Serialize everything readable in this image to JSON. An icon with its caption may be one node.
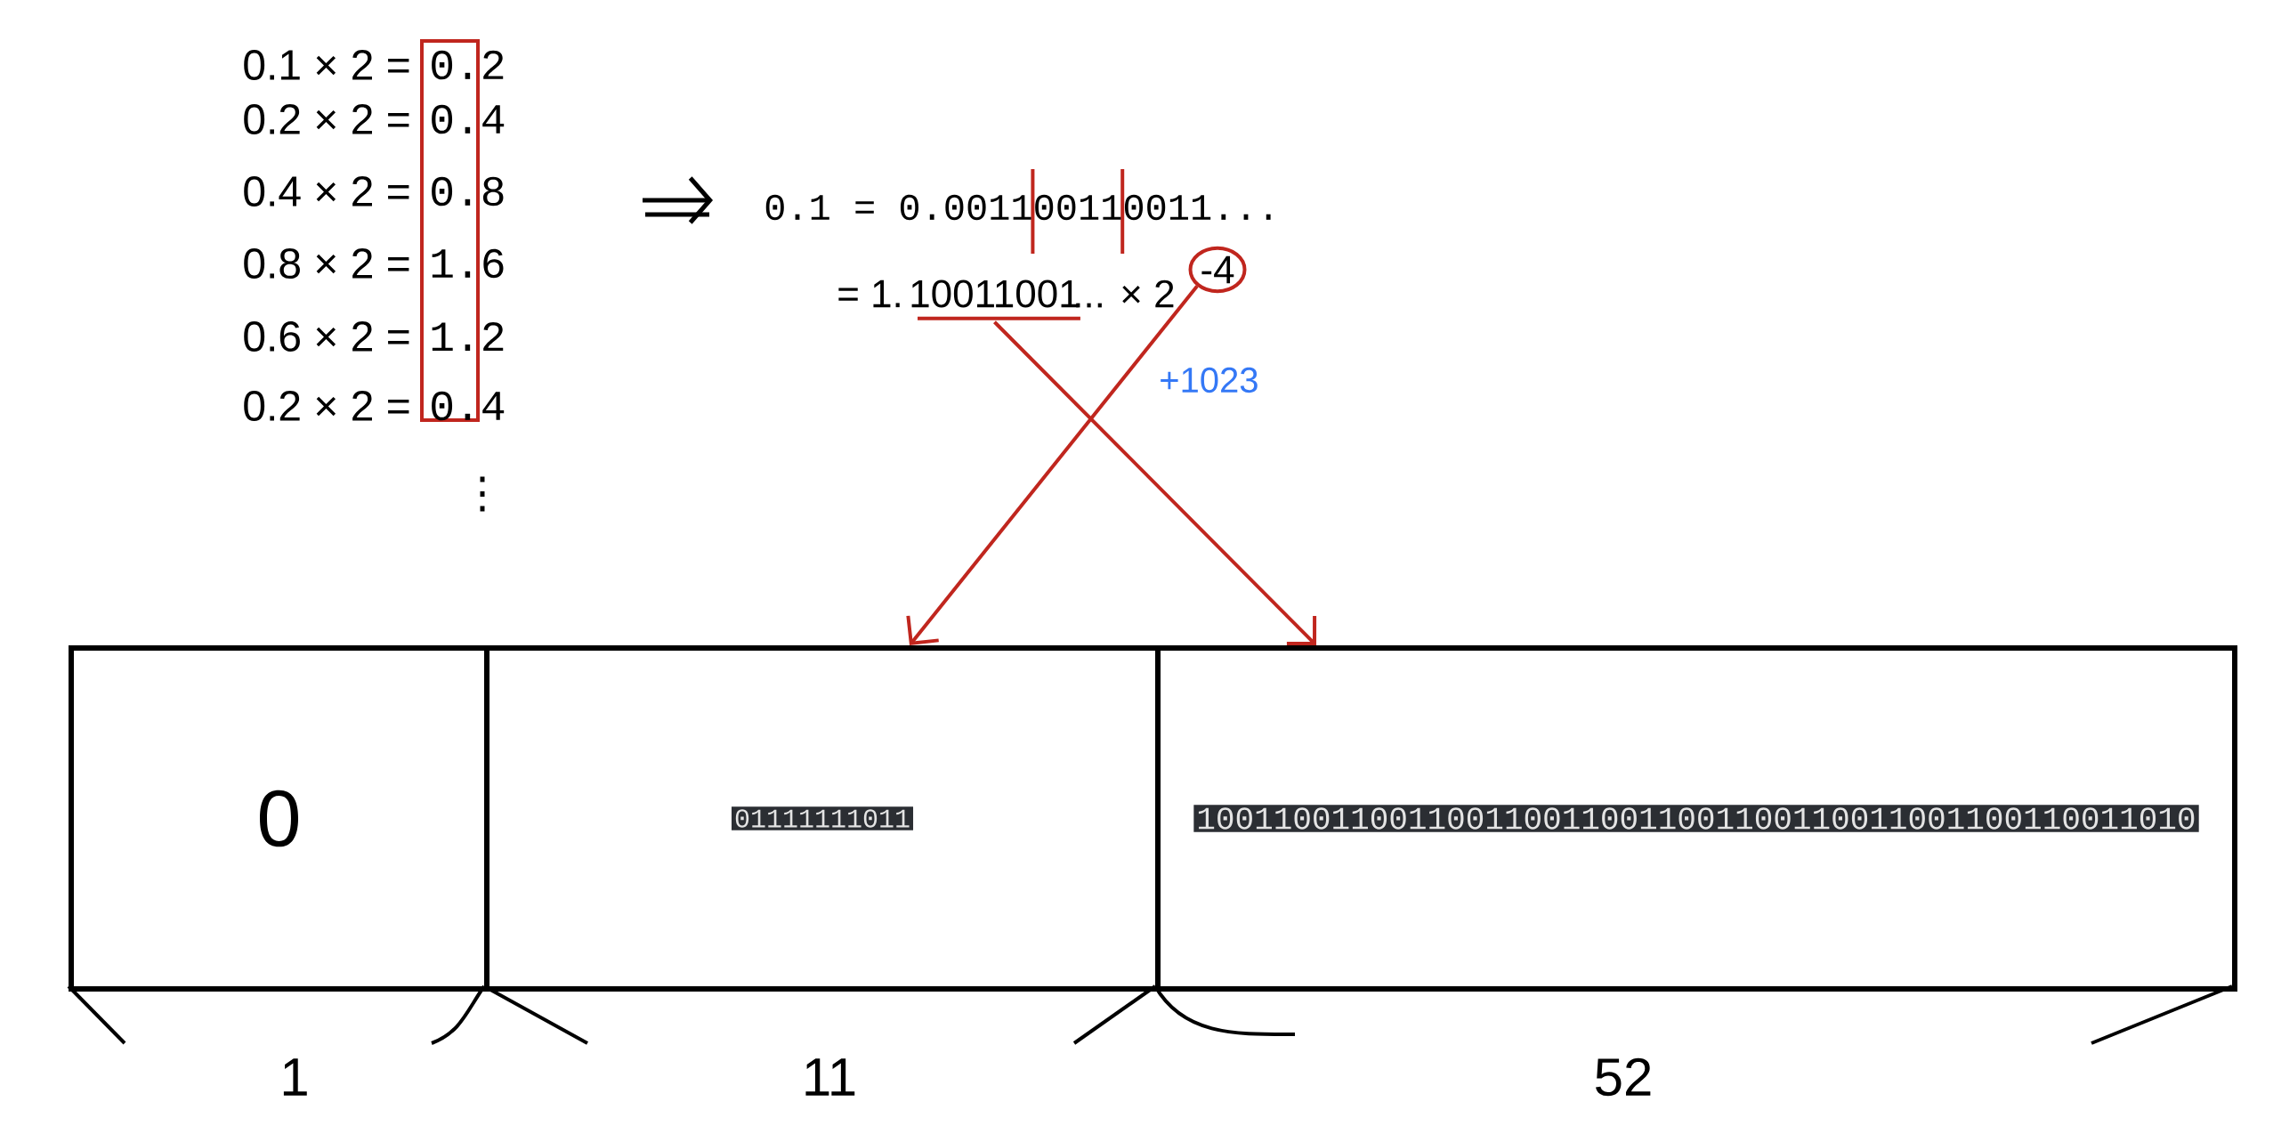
{
  "diagram": {
    "nodes": [
      {
        "text": [
          "-4"
        ]
      },
      {
        "text": [
          "10011001"
        ]
      },
      {
        "text": [
          "0"
        ],
        "beside": [
          "1"
        ]
      },
      {
        "text": [
          "01111111011"
        ],
        "beside": [
          "11"
        ]
      },
      {
        "text": [
          "1001100110011001100110011001100110011001100110011010"
        ],
        "beside": [
          "52"
        ]
      }
    ],
    "edges": [
      {
        "from": 1,
        "to": 4,
        "arrow": "to"
      },
      {
        "from": 0,
        "to": 3,
        "arrow": "to",
        "label": "+1023"
      }
    ],
    "labels": [
      "0.1 × 2 =",
      "0.2",
      "0.2 × 2 =",
      "0.4",
      "0.4 × 2 =",
      "0.8",
      "0.8 × 2 =",
      "1.6",
      "0.6 × 2 =",
      "1.2",
      "0.2 × 2 =",
      "0.4",
      "⋮",
      "0.1 = 0.001100110011...",
      "= 1.",
      "... × 2"
    ]
  }
}
